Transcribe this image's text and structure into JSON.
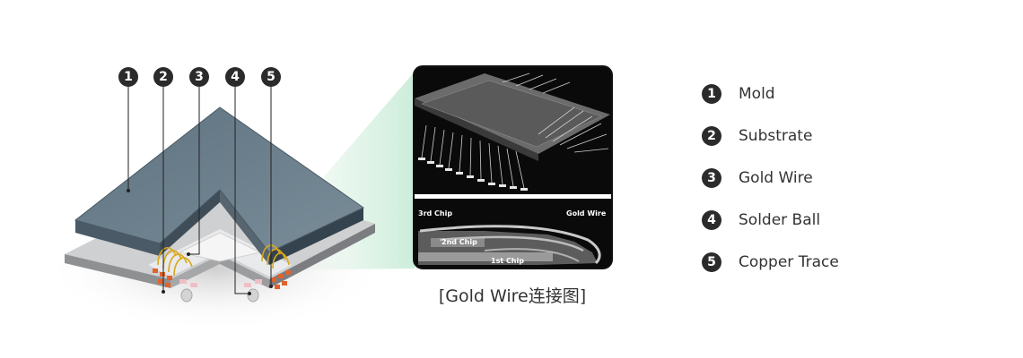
{
  "callouts": [
    {
      "num": "1",
      "label": "Mold"
    },
    {
      "num": "2",
      "label": "Substrate"
    },
    {
      "num": "3",
      "label": "Gold Wire"
    },
    {
      "num": "4",
      "label": "Solder Ball"
    },
    {
      "num": "5",
      "label": "Copper Trace"
    }
  ],
  "inset": {
    "label_3rd_chip": "3rd Chip",
    "label_gold_wire": "Gold Wire",
    "label_2nd_chip": "2nd Chip",
    "label_1st_chip": "1st Chip"
  },
  "caption": "[Gold Wire连接图]"
}
